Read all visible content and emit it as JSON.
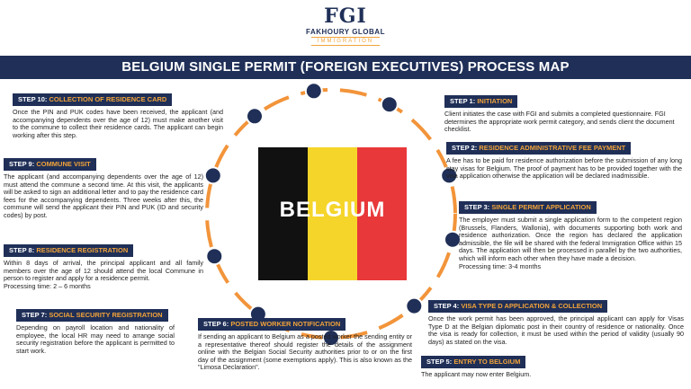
{
  "logo": {
    "mark": "FGI",
    "name": "FAKHOURY GLOBAL",
    "sub": "IMMIGRATION"
  },
  "banner": {
    "title": "BELGIUM SINGLE PERMIT (FOREIGN EXECUTIVES) PROCESS MAP"
  },
  "flag": {
    "label": "BELGIUM",
    "colors": [
      "#111111",
      "#f5d52a",
      "#e8383a"
    ]
  },
  "colors": {
    "navy": "#1f2f57",
    "accent": "#f2a33a",
    "ring_orange": "#f2943a"
  },
  "steps": {
    "s1": {
      "num": "STEP 1:",
      "title": "INITIATION",
      "text": "Client initiates the case with FGI and submits a completed questionnaire. FGI determines the appropriate work permit category, and sends client the document checklist."
    },
    "s2": {
      "num": "STEP 2:",
      "title": "RESIDENCE ADMINISTRATIVE FEE PAYMENT",
      "text": "A fee has to be paid for residence authorization before the submission of any long stay visas for Belgium. The proof of payment has to be provided together with the visa application otherwise the application will be declared inadmissible."
    },
    "s3": {
      "num": "STEP 3:",
      "title": "SINGLE PERMIT APPLICATION",
      "text": "The employer must submit a single application form to the competent region (Brussels, Flanders, Wallonia), with documents supporting both work and residence authorization. Once the region has declared the application admissible, the file will be shared with the federal Immigration Office within 15 days. The application will then be processed in parallel by the two authorities, which will inform each other when they have made a decision.",
      "processing": "Processing time: 3-4 months"
    },
    "s4": {
      "num": "STEP 4:",
      "title": "VISA TYPE D APPLICATION & COLLECTION",
      "text": "Once the work permit has been approved, the principal applicant can apply for Visas Type D at the Belgian diplomatic post in their country of residence or nationality. Once the visa is ready for collection, it must be used within the period of validity (usually 90 days) as stated on the visa."
    },
    "s5": {
      "num": "STEP 5:",
      "title": "ENTRY TO BELGIUM",
      "text": "The applicant may now enter Belgium."
    },
    "s6": {
      "num": "STEP 6:",
      "title": "POSTED WORKER NOTIFICATION",
      "text": "If sending an applicant to Belgium as a posted worker the sending entity or a representative thereof should register the details of the assignment online with the Belgian Social Security authorities prior to or on the first day of the assignment (some exemptions apply). This is also known as the \"Limosa Declaration\"."
    },
    "s7": {
      "num": "STEP 7:",
      "title": "SOCIAL SECURITY REGISTRATION",
      "text": "Depending on payroll location and nationality of employee, the local HR may need to arrange social security registration before the applicant is permitted to start work."
    },
    "s8": {
      "num": "STEP 8:",
      "title": "RESIDENCE REGISTRATION",
      "text": "Within 8 days of arrival, the principal applicant and all family members over the age of 12 should attend the local Commune in person to register and apply for a residence permit.",
      "processing": "Processing time: 2 – 6 months"
    },
    "s9": {
      "num": "STEP 9:",
      "title": "COMMUNE VISIT",
      "text": "The applicant (and accompanying dependents over the age of 12) must attend the commune a second time. At this visit, the applicants will be asked to sign an additional letter and to pay the residence card fees for the accompanying dependents. Three weeks after this, the commune will send the applicant their PIN and PUK (ID and security codes) by post."
    },
    "s10": {
      "num": "STEP 10:",
      "title": "COLLECTION OF RESIDENCE CARD",
      "text": "Once the PIN and PUK codes have been received, the applicant (and accompanying dependents over the age of 12) must make another visit to the commune to collect their residence cards.  The applicant can begin working after this step."
    }
  }
}
